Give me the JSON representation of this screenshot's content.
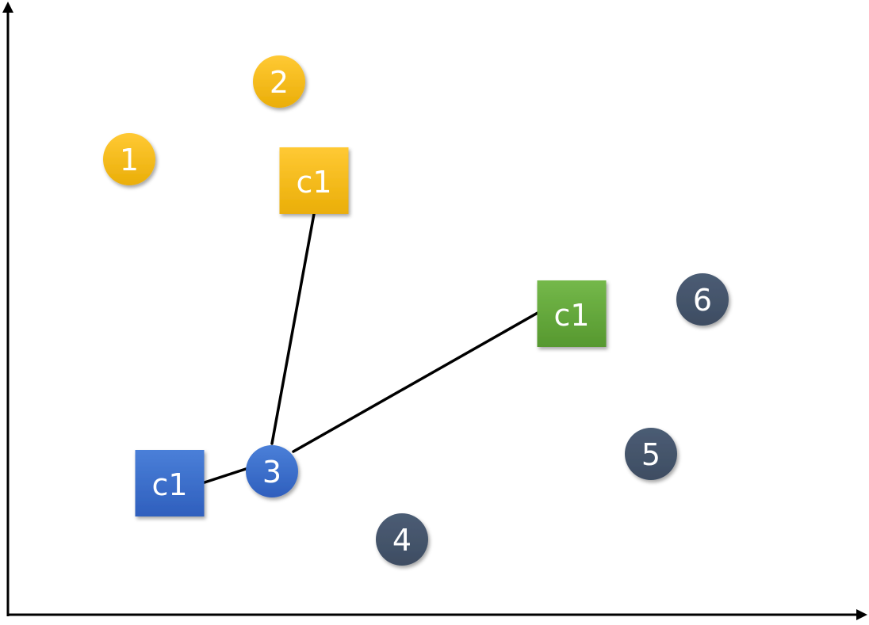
{
  "colors": {
    "yellow": "#f6b80f",
    "blue": "#3b6fcf",
    "green": "#62a83a",
    "slate": "#44546a",
    "axis": "#000000",
    "line": "#000000"
  },
  "points": [
    {
      "id": "1",
      "label": "1",
      "color": "yellow"
    },
    {
      "id": "2",
      "label": "2",
      "color": "yellow"
    },
    {
      "id": "3",
      "label": "3",
      "color": "blue"
    },
    {
      "id": "4",
      "label": "4",
      "color": "slate"
    },
    {
      "id": "5",
      "label": "5",
      "color": "slate"
    },
    {
      "id": "6",
      "label": "6",
      "color": "slate"
    }
  ],
  "centroids": [
    {
      "id": "yellow",
      "label": "c1",
      "color": "yellow"
    },
    {
      "id": "green",
      "label": "c1",
      "color": "green"
    },
    {
      "id": "blue",
      "label": "c1",
      "color": "blue"
    }
  ],
  "connections": [
    {
      "from": "point-3",
      "to": "centroid-yellow"
    },
    {
      "from": "point-3",
      "to": "centroid-green"
    },
    {
      "from": "point-3",
      "to": "centroid-blue"
    }
  ]
}
